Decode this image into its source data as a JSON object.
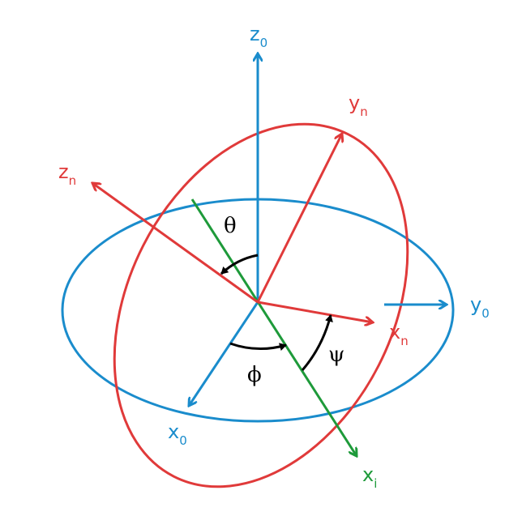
{
  "colors": {
    "fixed_frame": "#1a8ccc",
    "rotated_frame": "#e03a3a",
    "line_of_nodes": "#1e9a3a",
    "angle_arrows": "#000000"
  },
  "labels": {
    "z0": {
      "main": "z",
      "sub": "0"
    },
    "y0": {
      "main": "y",
      "sub": "0"
    },
    "x0": {
      "main": "x",
      "sub": "0"
    },
    "zn": {
      "main": "z",
      "sub": "n"
    },
    "yn": {
      "main": "y",
      "sub": "n"
    },
    "xn": {
      "main": "x",
      "sub": "n"
    },
    "xi": {
      "main": "x",
      "sub": "i"
    },
    "theta": "θ",
    "phi": "ϕ",
    "psi": "ψ"
  }
}
